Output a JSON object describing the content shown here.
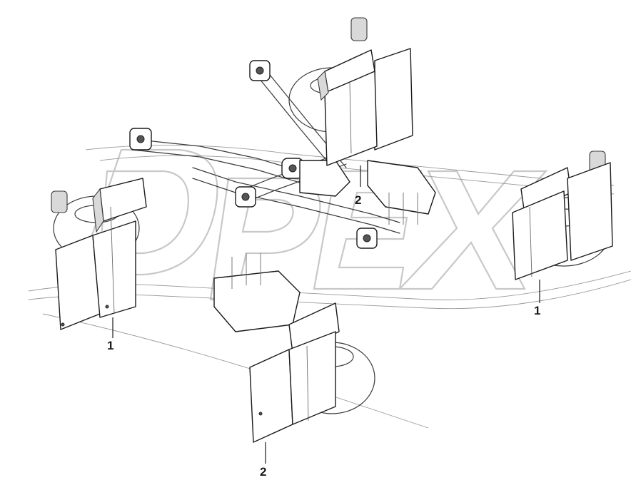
{
  "callouts": [
    {
      "id": "left-guard",
      "label": "1"
    },
    {
      "id": "right-guard",
      "label": "1"
    },
    {
      "id": "center-top-guard",
      "label": "2"
    },
    {
      "id": "center-bottom-guard",
      "label": "2"
    }
  ],
  "watermark": {
    "text": "DPEX",
    "color": "#c8c8c8"
  },
  "colors": {
    "line": "#1a1a1a",
    "shade": "#d9d9d9"
  }
}
